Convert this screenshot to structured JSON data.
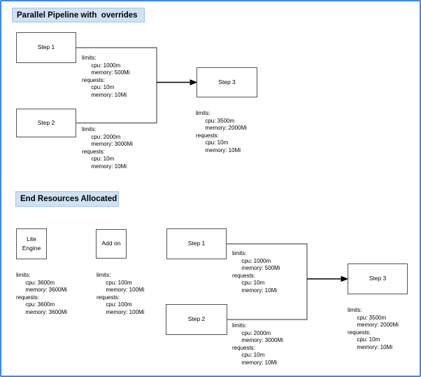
{
  "colors": {
    "frame_border": "#4285f4",
    "title_fill": "#cfe2f3",
    "title_border": "#9fc5e8",
    "node_border": "#545454",
    "connector": "#545454",
    "arrow": "#000000"
  },
  "pipeline": {
    "title": "Parallel Pipeline with  overrides",
    "nodes": {
      "step1": {
        "label": "Step 1"
      },
      "step2": {
        "label": "Step 2"
      },
      "step3": {
        "label": "Step 3"
      }
    },
    "resources": {
      "step1": {
        "lines": [
          "limits:",
          "      cpu: 1000m",
          "      memory: 500Mi",
          "requests:",
          "      cpu: 10m",
          "      memory: 10Mi"
        ]
      },
      "step2": {
        "lines": [
          "limits:",
          "      cpu: 2000m",
          "      memory: 3000Mi",
          "requests:",
          "      cpu: 10m",
          "      memory: 10Mi"
        ]
      },
      "step3": {
        "lines": [
          "limits:",
          "      cpu: 3500m",
          "      memory: 2000Mi",
          "requests:",
          "      cpu: 10m",
          "      memory: 10Mi"
        ]
      }
    }
  },
  "end_resources": {
    "title": "End Resources Allocated",
    "nodes": {
      "lite_engine": {
        "label": "Lite\nEngine"
      },
      "add_on": {
        "label": "Add on"
      },
      "step1": {
        "label": "Step 1"
      },
      "step2": {
        "label": "Step 2"
      },
      "step3": {
        "label": "Step 3"
      }
    },
    "resources": {
      "lite_engine": {
        "lines": [
          "limits:",
          "      cpu: 3600m",
          "      memory: 3600Mi",
          "requests:",
          "      cpu: 3600m",
          "      memory: 3600Mi"
        ]
      },
      "add_on": {
        "lines": [
          "limits:",
          "      cpu: 100m",
          "      memory: 100Mi",
          "requests:",
          "      cpu: 100m",
          "      memory: 100Mi"
        ]
      },
      "step1": {
        "lines": [
          "limits:",
          "      cpu: 1000m",
          "      memory: 500Mi",
          "requests:",
          "      cpu: 10m",
          "      memory: 10Mi"
        ]
      },
      "step2": {
        "lines": [
          "limits:",
          "      cpu: 2000m",
          "      memory: 3000Mi",
          "requests:",
          "      cpu: 10m",
          "      memory: 10Mi"
        ]
      },
      "step3": {
        "lines": [
          "limits:",
          "      cpu: 3500m",
          "      memory: 2000Mi",
          "requests:",
          "      cpu: 10m",
          "      memory: 10Mi"
        ]
      }
    }
  }
}
